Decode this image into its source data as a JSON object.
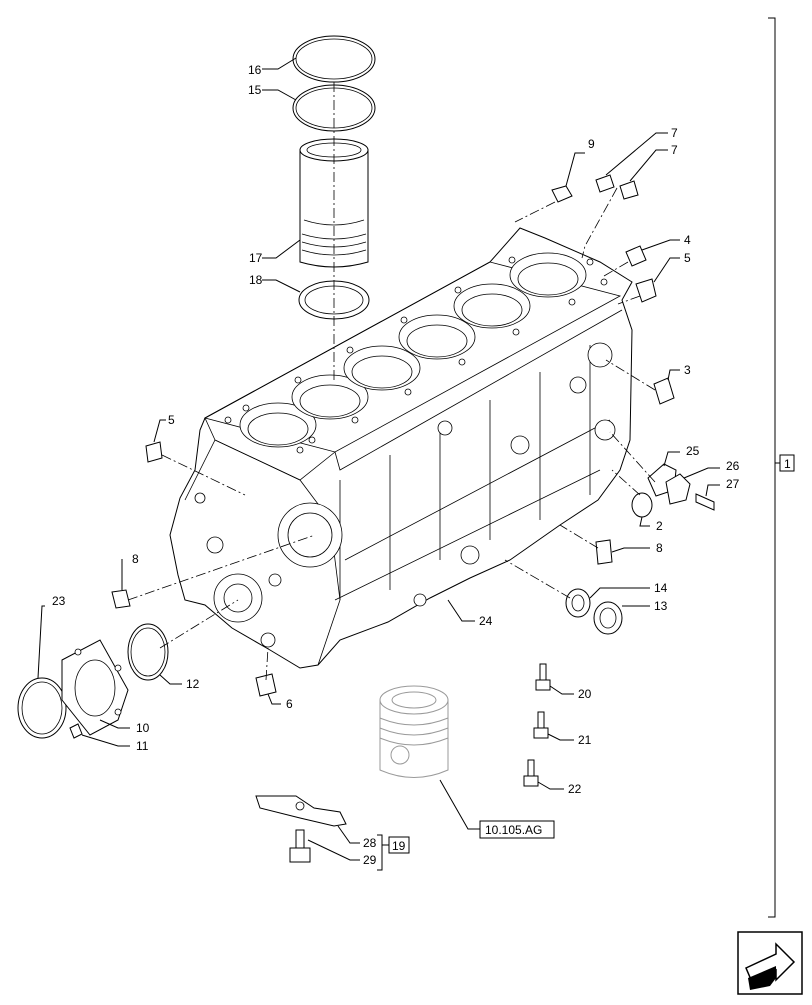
{
  "diagram": {
    "callouts": [
      "16",
      "15",
      "17",
      "18",
      "9",
      "7",
      "7",
      "4",
      "5",
      "3",
      "5",
      "25",
      "26",
      "27",
      "2",
      "8",
      "8",
      "14",
      "13",
      "24",
      "23",
      "12",
      "10",
      "11",
      "6",
      "20",
      "21",
      "22",
      "28",
      "29"
    ],
    "group_box_right": "1",
    "group_box_bracket": "19",
    "reference_label": "10.105.AG"
  },
  "icons": {
    "nav": "arrow-next-icon"
  }
}
